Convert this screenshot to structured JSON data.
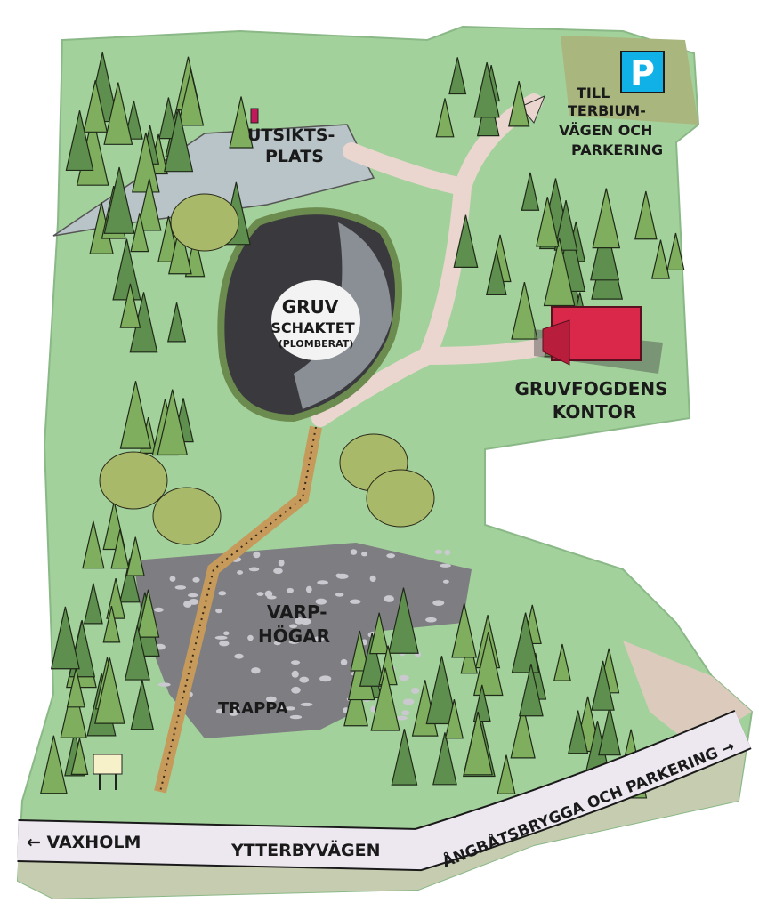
{
  "labels": {
    "lookout": [
      "UTSIKTS-",
      "PLATS"
    ],
    "mine_shaft": [
      "GRUV",
      "SCHAKTET",
      "(PLOMBERAT)"
    ],
    "to_parking": [
      "TILL",
      "TERBIUM-",
      "VÄGEN OCH",
      "PARKERING"
    ],
    "parking_sign": "P",
    "office": [
      "GRUVFOGDENS",
      "KONTOR"
    ],
    "spoil_heaps": [
      "VARP-",
      "HÖGAR"
    ],
    "stairs": "TRAPPA",
    "road_left": "← VAXHOLM",
    "road_name": "YTTERBYVÄGEN",
    "road_right": "ÅNGBÅTSBRYGGA OCH PARKERING →"
  },
  "colors": {
    "meadow": "#9fcf97",
    "forest_dark": "#5e8f4e",
    "path": "#ead6cf",
    "rock": "#7d7d82",
    "road": "#ede7f0",
    "building": "#d9284a",
    "parking": "#0fb1e6"
  },
  "icons": [
    "parking-sign-icon",
    "info-board-icon",
    "lookout-marker-icon"
  ]
}
